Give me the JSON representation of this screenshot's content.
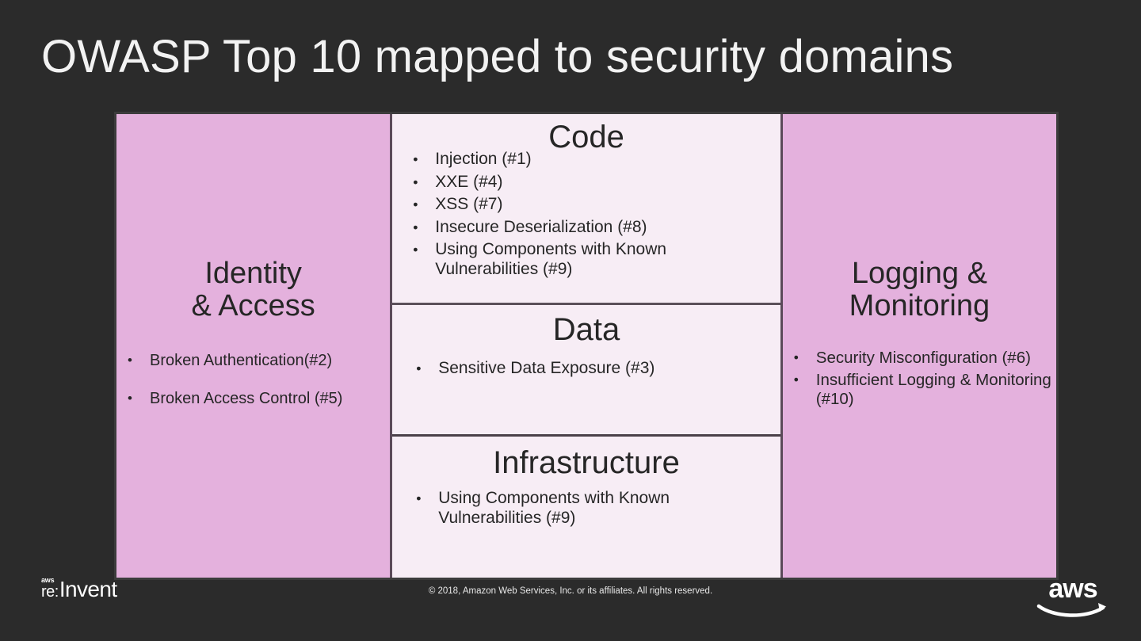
{
  "slide": {
    "title": "OWASP Top 10 mapped to security domains",
    "background_color": "#2b2b2b",
    "panel_pink_color": "#e4b1dd",
    "panel_light_color": "#f7edf5",
    "text_color": "#262626"
  },
  "panels": {
    "identity": {
      "heading_line1": "Identity",
      "heading_line2": "& Access",
      "items": [
        "Broken Authentication(#2)",
        "Broken Access Control (#5)"
      ]
    },
    "code": {
      "heading": "Code",
      "items": [
        "Injection (#1)",
        "XXE (#4)",
        "XSS (#7)",
        "Insecure Deserialization (#8)",
        "Using Components with Known Vulnerabilities (#9)"
      ]
    },
    "data": {
      "heading": "Data",
      "items": [
        "Sensitive Data Exposure (#3)"
      ]
    },
    "infrastructure": {
      "heading": "Infrastructure",
      "items": [
        "Using Components with Known Vulnerabilities (#9)"
      ]
    },
    "logging": {
      "heading_line1": "Logging &",
      "heading_line2": "Monitoring",
      "items": [
        "Security Misconfiguration (#6)",
        "Insufficient Logging & Monitoring (#10)"
      ]
    }
  },
  "footer": {
    "copyright": "© 2018, Amazon Web Services, Inc. or its affiliates. All rights reserved.",
    "reinvent_logo": {
      "aws": "aws",
      "re": "re:",
      "word": "Invent"
    },
    "aws_logo": {
      "wordmark": "aws"
    }
  }
}
